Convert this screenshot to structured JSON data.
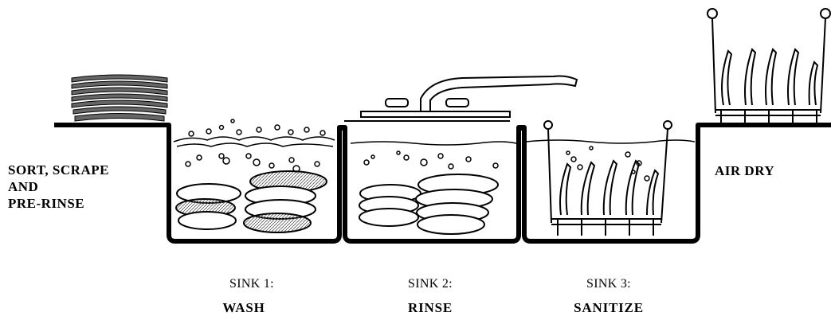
{
  "labels": {
    "pre": [
      "SORT, SCRAPE",
      "AND",
      "PRE-RINSE"
    ],
    "post": "AIR DRY"
  },
  "sinks": [
    {
      "number": "SINK 1:",
      "name": "WASH"
    },
    {
      "number": "SINK 2:",
      "name": "RINSE"
    },
    {
      "number": "SINK 3:",
      "name": "SANITIZE"
    }
  ]
}
